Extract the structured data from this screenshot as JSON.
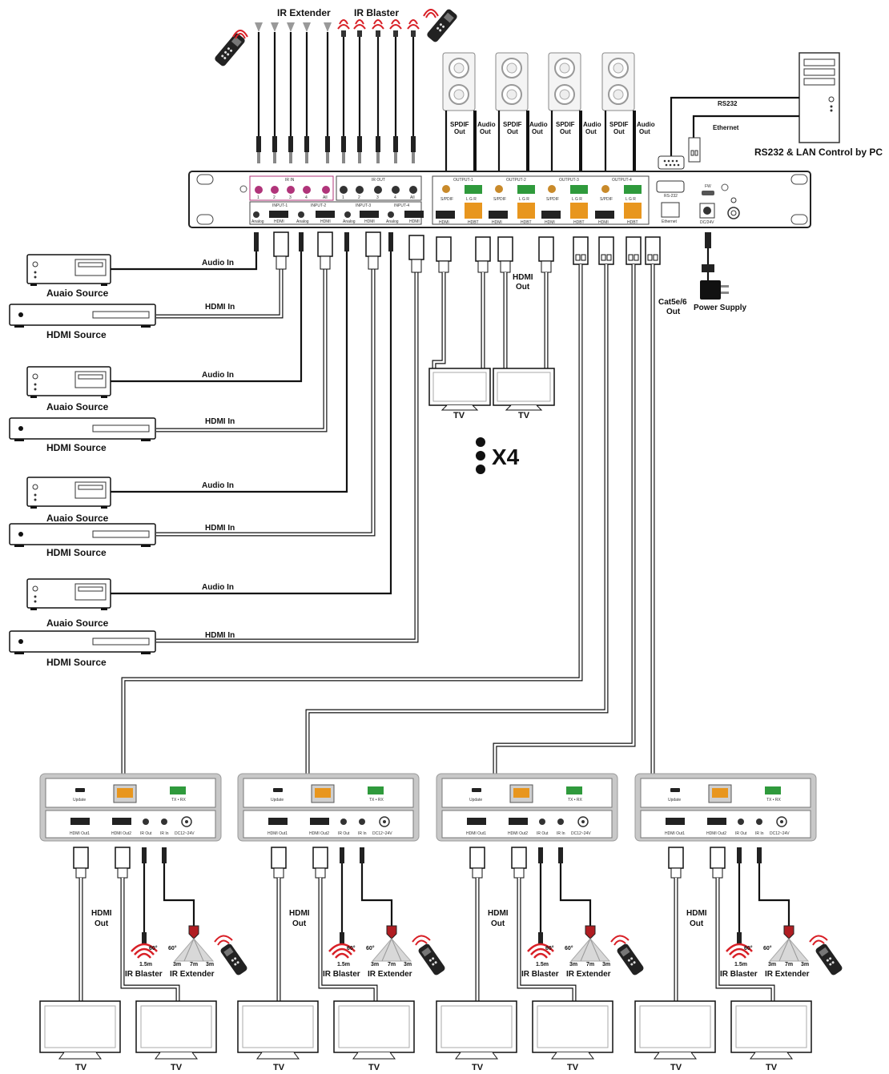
{
  "labels": {
    "ir_extender_top": "IR Extender",
    "ir_blaster_top": "IR Blaster",
    "spdif_out": [
      "SPDIF",
      "Out"
    ],
    "audio_out": [
      "Audio",
      "Out"
    ],
    "rs232": "RS232",
    "ethernet": "Ethernet",
    "pc_control": "RS232 & LAN Control by PC",
    "audio_in": "Audio In",
    "hdmi_in": "HDMI In",
    "audio_source": "Auaio Source",
    "hdmi_source": "HDMI Source",
    "hdmi_out": [
      "HDMI",
      "Out"
    ],
    "cat_out": [
      "Cat5e/6",
      "Out"
    ],
    "power_supply": "Power Supply",
    "tv": "TV",
    "x4": "X4",
    "ir_blaster": "IR Blaster",
    "ir_extender": "IR Extender",
    "blaster_angle": "60°",
    "blaster_distance": "1.5m",
    "extender_angle": "60°",
    "extender_distances": [
      "3m",
      "7m",
      "3m"
    ]
  },
  "matrix_panel": {
    "ir_in_title": "IR IN",
    "ir_out_title": "IR OUT",
    "ir_ports": [
      "1",
      "2",
      "3",
      "4",
      "All"
    ],
    "input_titles": [
      "INPUT-1",
      "INPUT-2",
      "INPUT-3",
      "INPUT-4"
    ],
    "input_port_labels": [
      "Analog",
      "HDMI"
    ],
    "output_titles": [
      "OUTPUT-1",
      "OUTPUT-2",
      "OUTPUT-3",
      "OUTPUT-4"
    ],
    "output_port_labels": [
      "S/PDIF",
      "L G R",
      "HDMI",
      "HDBT"
    ],
    "rs232_port": "RS-232",
    "ethernet_port": "Ethernet",
    "fw_port": "FW",
    "power_port": "DC/24V"
  },
  "receiver_panel": {
    "update": "Update",
    "txrx": "TX • RX",
    "hdmi_out1": "HDMI Out1",
    "hdmi_out2": "HDMI Out2",
    "ir_out": "IR Out",
    "ir_in": "IR In",
    "dc": "DC12~24V"
  },
  "colors": {
    "line": "#111111",
    "panel_gray": "#c8c8c8",
    "ir_in_magenta": "#b0347a",
    "hdbt_orange": "#e8961e",
    "spdif_gold": "#c98a2a",
    "terminal_green": "#2f9a3c",
    "ir_red": "#d81f26"
  }
}
